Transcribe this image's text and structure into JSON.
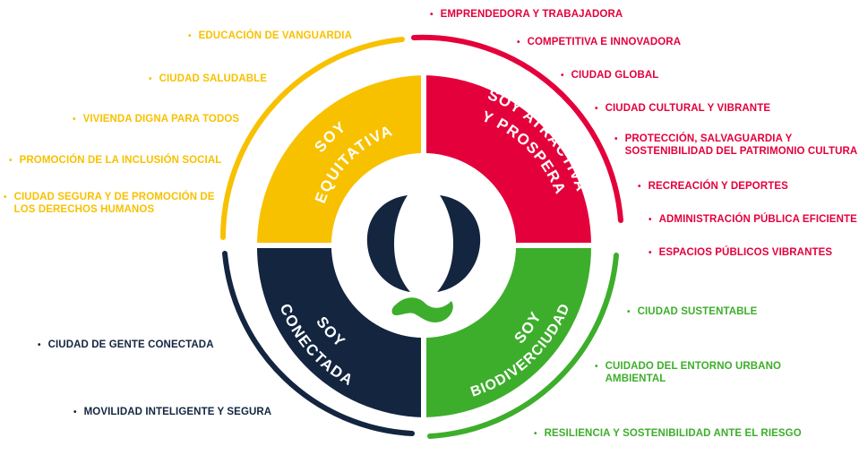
{
  "colors": {
    "yellow": "#F8C100",
    "red": "#E4003B",
    "navy": "#13253F",
    "green": "#3DAE2B"
  },
  "segments": {
    "equitativa": {
      "line1": "SOY",
      "line2": "EQUITATIVA"
    },
    "atractiva": {
      "line1": "SOY ATRACTIVA",
      "line2": "Y PROSPERA"
    },
    "conectada": {
      "line1": "SOY",
      "line2": "CONECTADA"
    },
    "biodiversidad": {
      "line1": "SOY",
      "line2": "BIODIVERCIUDAD"
    }
  },
  "center_logo": "logo-icon",
  "labels": {
    "yellow": [
      "EDUCACIÓN DE VANGUARDIA",
      "CIUDAD SALUDABLE",
      "VIVIENDA DIGNA PARA TODOS",
      "PROMOCIÓN DE LA INCLUSIÓN SOCIAL",
      "CIUDAD SEGURA Y DE PROMOCIÓN DE\nLOS DERECHOS HUMANOS"
    ],
    "red": [
      "EMPRENDEDORA Y TRABAJADORA",
      "COMPETITIVA E INNOVADORA",
      "CIUDAD GLOBAL",
      "CIUDAD CULTURAL Y VIBRANTE",
      "PROTECCIÓN, SALVAGUARDIA Y\nSOSTENIBILIDAD DEL PATRIMONIO CULTURA",
      "RECREACIÓN Y DEPORTES",
      "ADMINISTRACIÓN PÚBLICA EFICIENTE",
      "ESPACIOS PÚBLICOS VIBRANTES"
    ],
    "navy": [
      "CIUDAD DE GENTE CONECTADA",
      "MOVILIDAD INTELIGENTE Y SEGURA"
    ],
    "green": [
      "CIUDAD SUSTENTABLE",
      "CUIDADO DEL ENTORNO URBANO\nAMBIENTAL",
      "RESILIENCIA Y SOSTENIBILIDAD ANTE EL RIESGO"
    ]
  }
}
